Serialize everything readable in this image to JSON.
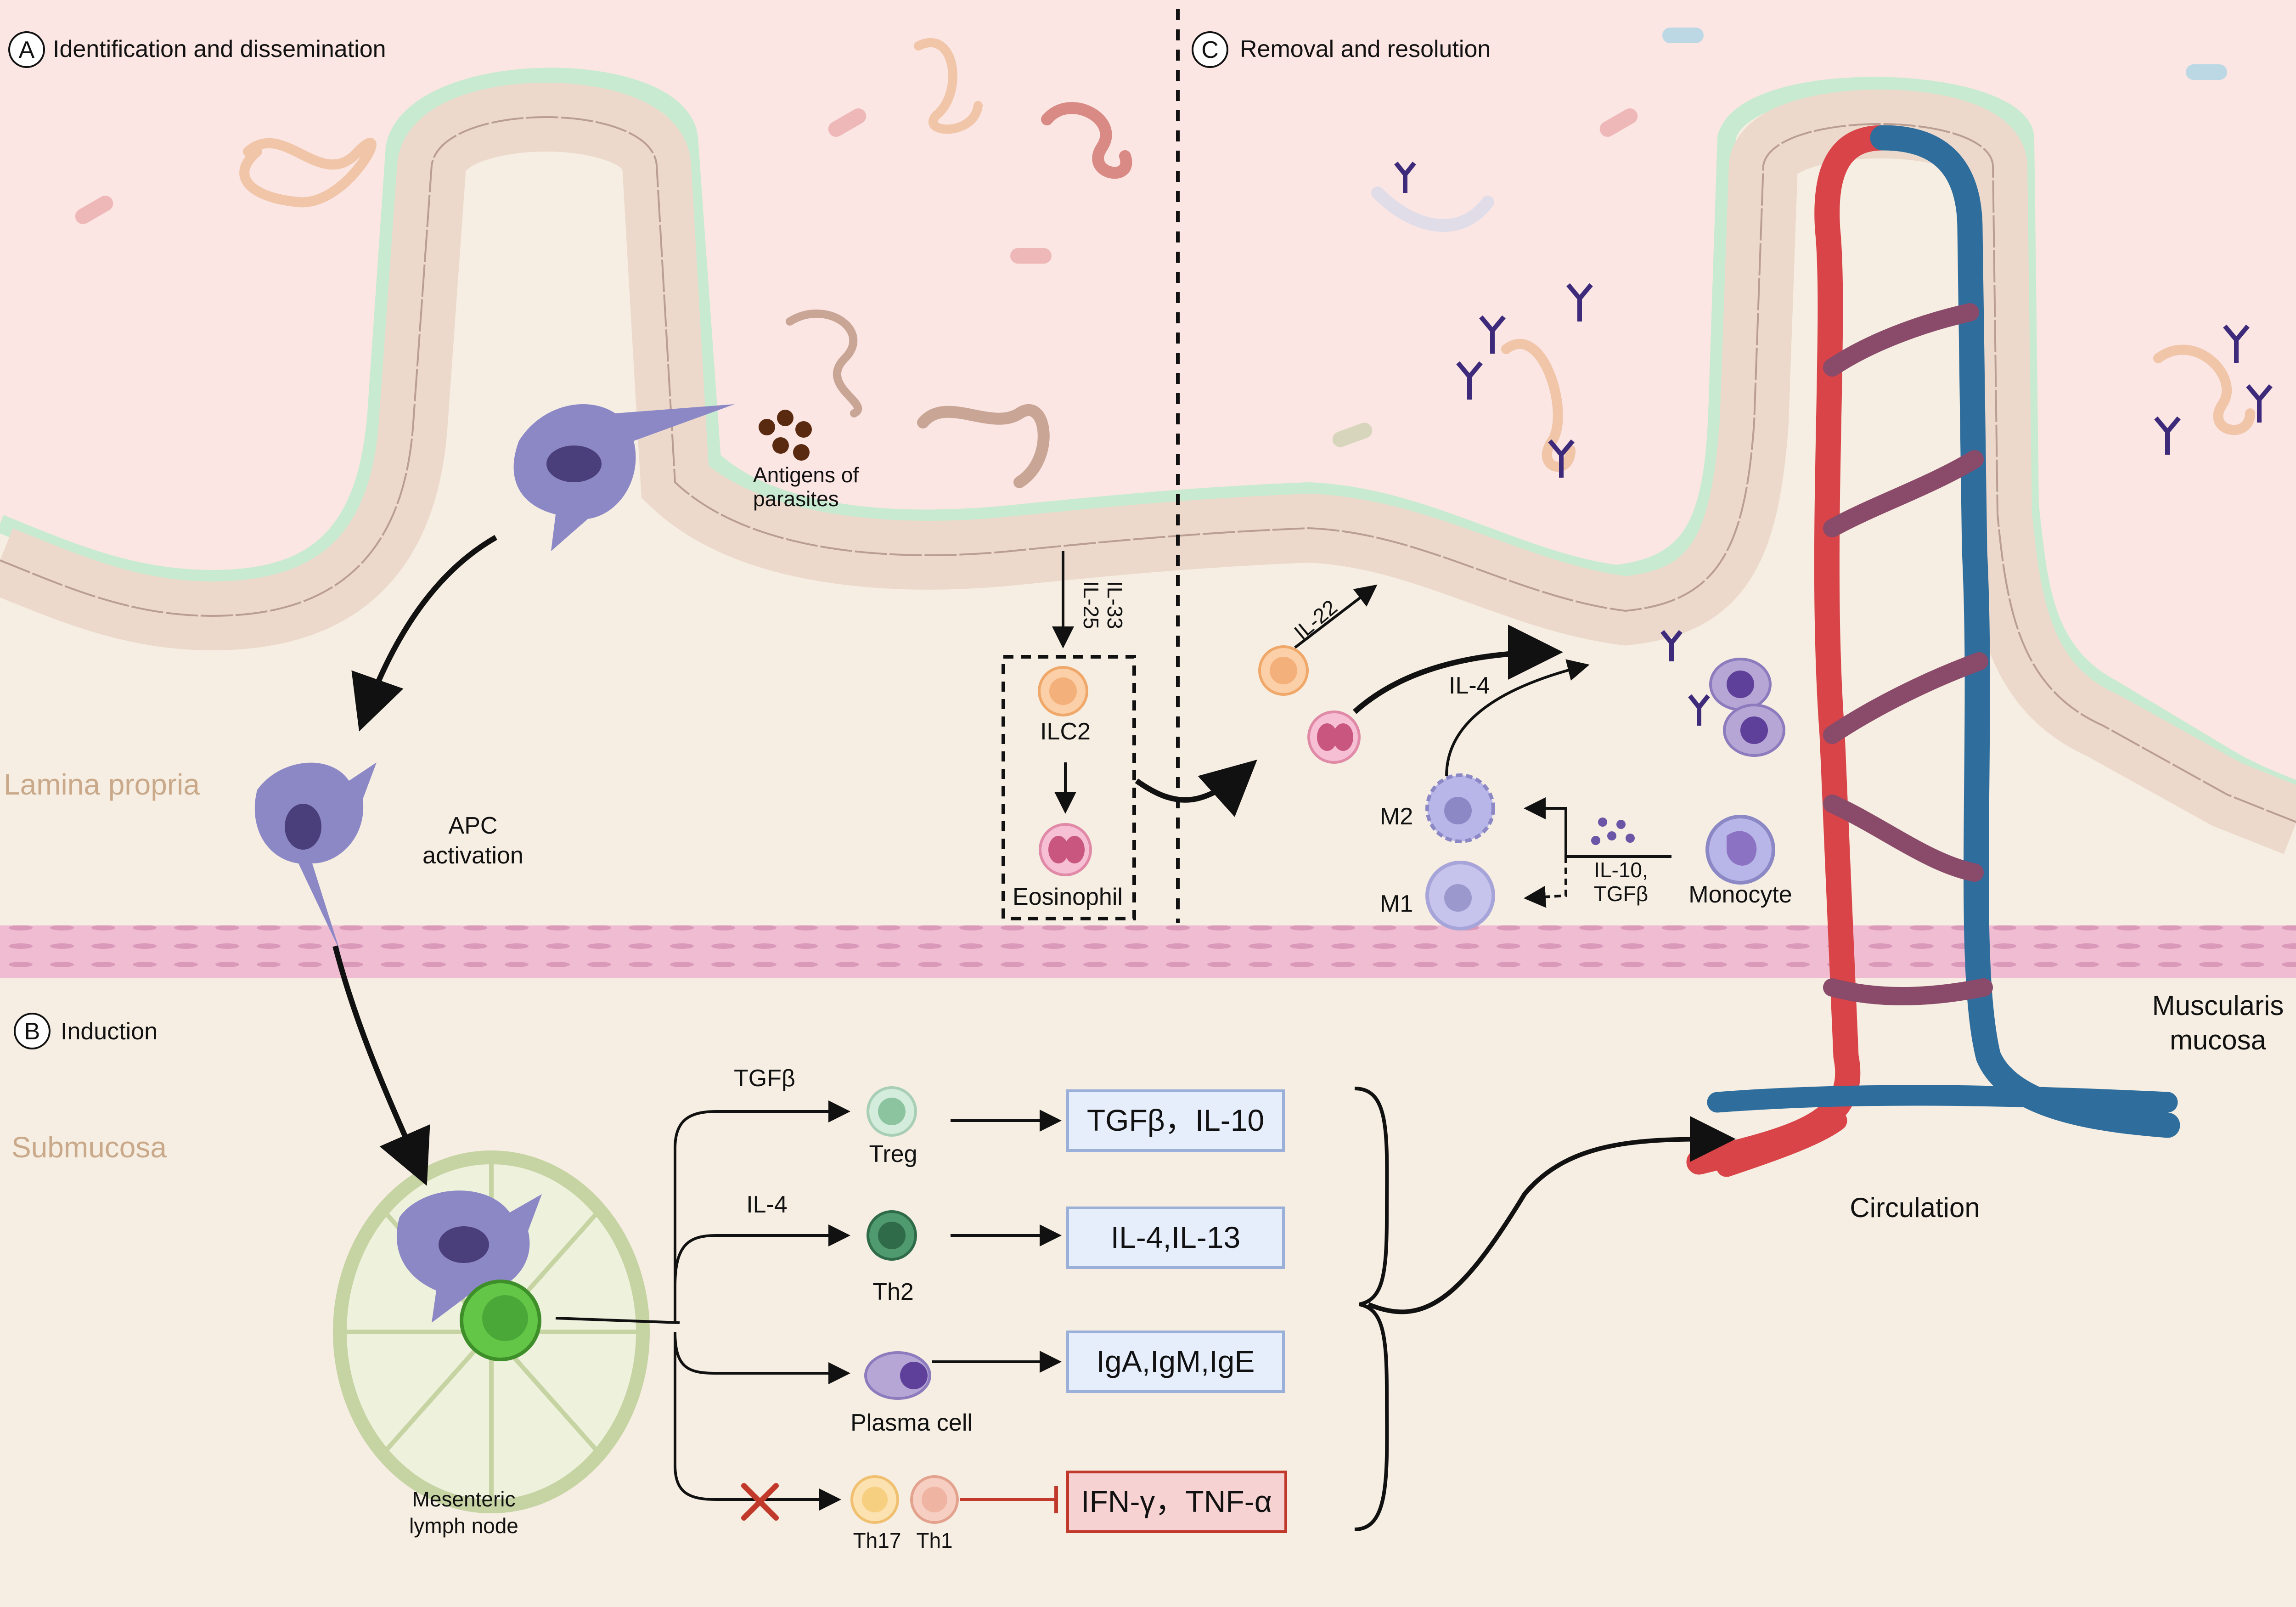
{
  "panels": {
    "a_letter": "A",
    "a_title": "Identification and dissemination",
    "b_letter": "B",
    "b_title": "Induction",
    "c_letter": "C",
    "c_title": "Removal and resolution"
  },
  "regions": {
    "lamina_propria": "Lamina propria",
    "submucosa": "Submucosa",
    "muscularis_line1": "Muscularis",
    "muscularis_line2": "mucosa",
    "circulation": "Circulation"
  },
  "labels": {
    "antigens_line1": "Antigens of",
    "antigens_line2": "parasites",
    "apc_line1": "APC",
    "apc_line2": "activation",
    "il33": "IL-33",
    "il25": "IL-25",
    "ilc2": "ILC2",
    "eosinophil": "Eosinophil",
    "il22": "IL-22",
    "il4_c": "IL-4",
    "m2": "M2",
    "m1": "M1",
    "il10_line1": "IL-10,",
    "il10_line2": "TGFβ",
    "monocyte": "Monocyte",
    "lymph_line1": "Mesenteric",
    "lymph_line2": "lymph node",
    "tgfb_arrow": "TGFβ",
    "il4_arrow": "IL-4",
    "treg": "Treg",
    "th2": "Th2",
    "plasma": "Plasma cell",
    "th17": "Th17",
    "th1": "Th1"
  },
  "boxes": {
    "treg_out": "TGFβ，IL-10",
    "th2_out": "IL-4,IL-13",
    "plasma_out": "IgA,IgM,IgE",
    "th1_out": "IFN-γ，TNF-α"
  },
  "colors": {
    "lumen": "#fbe6e4",
    "tissue": "#f6eee2",
    "epithelium_cell": "#ecd9cc",
    "epithelium_border": "#c8ead0",
    "goblet": "#e4c2c2",
    "muscle": "#efbcd2",
    "artery": "#d94448",
    "vein": "#2f6d9c",
    "apc": "#8c88c6",
    "inhibit": "#c0392b"
  }
}
